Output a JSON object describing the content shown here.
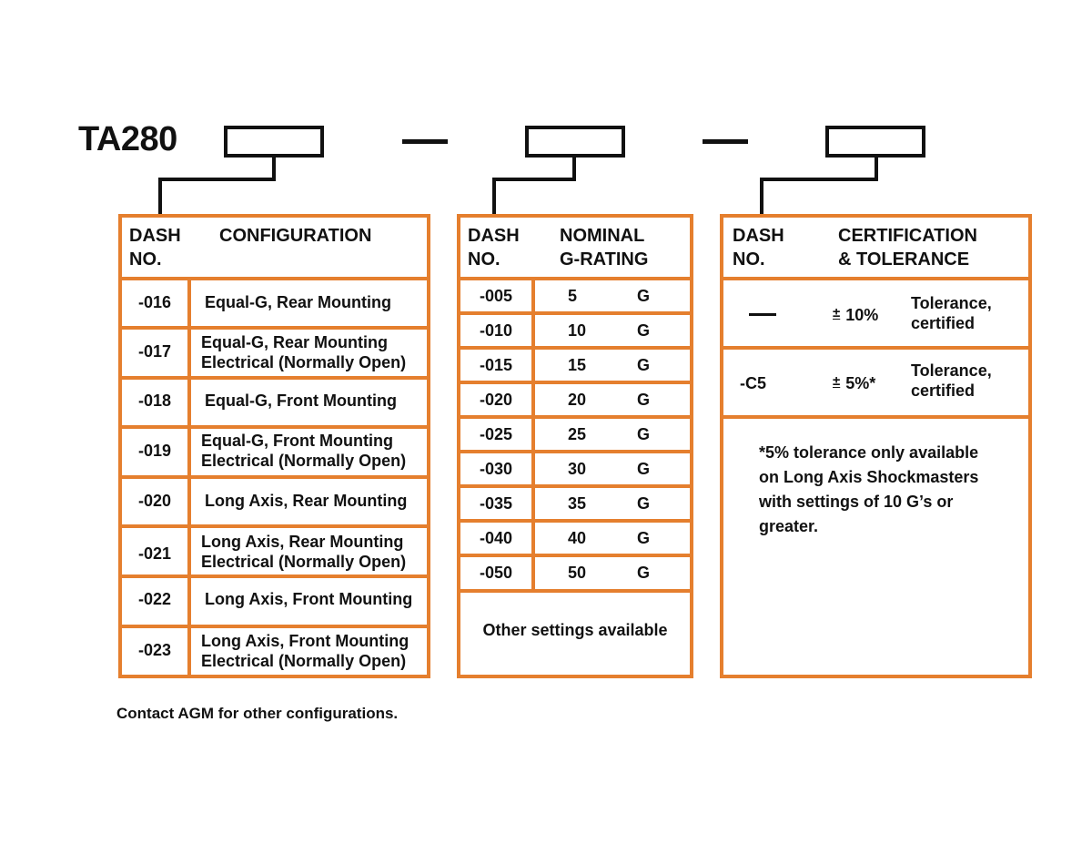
{
  "part_number": {
    "prefix": "TA280",
    "separator": "—",
    "segments": [
      "configuration",
      "g-rating",
      "certification"
    ]
  },
  "colors": {
    "table_border": "#e57f2e",
    "text": "#111111",
    "connector": "#111111"
  },
  "configuration_table": {
    "header": {
      "dash_no_line1": "DASH",
      "dash_no_line2": "NO.",
      "title": "CONFIGURATION"
    },
    "rows": [
      {
        "dash": "-016",
        "line1": "Equal-G, Rear Mounting",
        "line2": ""
      },
      {
        "dash": "-017",
        "line1": "Equal-G, Rear Mounting",
        "line2": "Electrical (Normally Open)"
      },
      {
        "dash": "-018",
        "line1": "Equal-G, Front Mounting",
        "line2": ""
      },
      {
        "dash": "-019",
        "line1": "Equal-G, Front Mounting",
        "line2": "Electrical (Normally Open)"
      },
      {
        "dash": "-020",
        "line1": "Long Axis, Rear Mounting",
        "line2": ""
      },
      {
        "dash": "-021",
        "line1": "Long Axis, Rear Mounting",
        "line2": "Electrical (Normally Open)"
      },
      {
        "dash": "-022",
        "line1": "Long Axis, Front Mounting",
        "line2": ""
      },
      {
        "dash": "-023",
        "line1": "Long Axis, Front Mounting",
        "line2": "Electrical (Normally Open)"
      }
    ],
    "note": "Contact AGM for other configurations."
  },
  "g_rating_table": {
    "header": {
      "dash_no_line1": "DASH",
      "dash_no_line2": "NO.",
      "title_line1": "NOMINAL",
      "title_line2": "G-RATING"
    },
    "rows": [
      {
        "dash": "-005",
        "value": "5",
        "unit": "G"
      },
      {
        "dash": "-010",
        "value": "10",
        "unit": "G"
      },
      {
        "dash": "-015",
        "value": "15",
        "unit": "G"
      },
      {
        "dash": "-020",
        "value": "20",
        "unit": "G"
      },
      {
        "dash": "-025",
        "value": "25",
        "unit": "G"
      },
      {
        "dash": "-030",
        "value": "30",
        "unit": "G"
      },
      {
        "dash": "-035",
        "value": "35",
        "unit": "G"
      },
      {
        "dash": "-040",
        "value": "40",
        "unit": "G"
      },
      {
        "dash": "-050",
        "value": "50",
        "unit": "G"
      }
    ],
    "footer": "Other settings available"
  },
  "certification_table": {
    "header": {
      "dash_no_line1": "DASH",
      "dash_no_line2": "NO.",
      "title_line1": "CERTIFICATION",
      "title_line2": "& TOLERANCE"
    },
    "rows": [
      {
        "dash": "",
        "dash_is_emdash": true,
        "plus_minus": "±",
        "tolerance": "10%",
        "desc_line1": "Tolerance,",
        "desc_line2": "certified"
      },
      {
        "dash": "-C5",
        "dash_is_emdash": false,
        "plus_minus": "±",
        "tolerance": "5%*",
        "desc_line1": "Tolerance,",
        "desc_line2": "certified"
      }
    ],
    "footnote_lines": [
      "*5% tolerance only available",
      "on Long Axis Shockmasters",
      "with settings of 10 G’s or",
      "greater."
    ]
  }
}
